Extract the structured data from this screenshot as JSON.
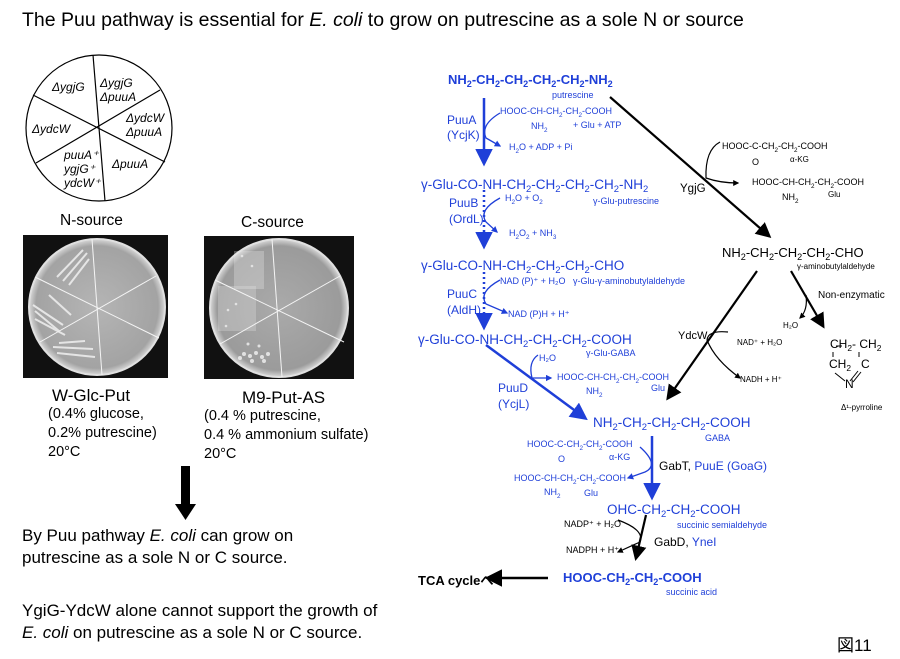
{
  "title": {
    "pre": "The Puu pathway is essential for ",
    "italic": "E. coli",
    "post": " to grow on putrescine as a sole N or source"
  },
  "plate_key": {
    "sectors": [
      {
        "lines": [
          "ΔygjG"
        ]
      },
      {
        "lines": [
          "ΔygjG",
          "ΔpuuA"
        ]
      },
      {
        "lines": [
          "ΔydcW",
          "ΔpuuA"
        ]
      },
      {
        "lines": [
          "ΔpuuA"
        ]
      },
      {
        "lines": [
          "puuA⁺",
          "ygjG⁺",
          "ydcW⁺"
        ]
      },
      {
        "lines": [
          "ΔydcW"
        ]
      }
    ]
  },
  "plates": [
    {
      "heading": "N-source",
      "medium": "W-Glc-Put",
      "details": [
        "(0.4% glucose,",
        "0.2% putrescine)",
        "20°C"
      ]
    },
    {
      "heading": "C-source",
      "medium": "M9-Put-AS",
      "details": [
        "(0.4 % putrescine,",
        "0.4 % ammonium sulfate)",
        "20°C"
      ]
    }
  ],
  "conclusion1": {
    "pre": "By Puu pathway ",
    "italic": "E. coli",
    "post": " can grow on",
    "line2": "putrescine as a sole N or C source."
  },
  "conclusion2": {
    "line1": "YgiG-YdcW alone cannot support the growth of",
    "italic": "E. coli",
    "post": " on putrescine as a sole N or C  source."
  },
  "figure_label": "図11",
  "pathway": {
    "putrescine": {
      "name": "putrescine"
    },
    "puuA": {
      "enzyme": "PuuA",
      "alias": "(YcjK)",
      "cosub_name": "+ Glu + ATP",
      "products": "+ ADP + Pi"
    },
    "glu_putrescine": {
      "name": "γ-Glu-putrescine"
    },
    "puuB": {
      "enzyme": "PuuB",
      "alias": "(OrdL)"
    },
    "glu_aminobutyl": {
      "name": "γ-Glu-γ-aminobutylaldehyde"
    },
    "puuC": {
      "enzyme": "PuuC",
      "alias": "(AldH)",
      "in": "NAD (P)⁺ + H₂O",
      "out": "NAD (P)H + H⁺"
    },
    "glu_gaba": {
      "name": "γ-Glu-GABA"
    },
    "puuD": {
      "enzyme": "PuuD",
      "alias": "(YcjL)"
    },
    "gaba": {
      "name": "GABA"
    },
    "gabT": {
      "enzyme1": "GabT, ",
      "enzyme2": "PuuE (GoaG)"
    },
    "ssa": {
      "name": "succinic semialdehyde"
    },
    "gabD": {
      "enzyme1": "GabD, ",
      "enzyme2": "YneI",
      "in": "NADP⁺ + H₂O",
      "out": "NADPH + H⁺"
    },
    "succinate": {
      "name": "succinic acid"
    },
    "tca": "TCA cycleへ",
    "ygjG": {
      "enzyme": "YgjG"
    },
    "aminobutyl": {
      "name": "γ-aminobutylaldehyde"
    },
    "nonenz": "Non-enzymatic",
    "ydcW": {
      "enzyme": "YdcW",
      "in": "NAD⁺ + H₂O",
      "out": "NADH + H⁺"
    },
    "pyrroline": {
      "name": "Δ¹-pyrroline"
    },
    "akg_label": "α-KG",
    "glu_label": "Glu",
    "h2o": "H₂O"
  },
  "colors": {
    "pathway_blue": "#1f3fd8",
    "black": "#000000"
  }
}
